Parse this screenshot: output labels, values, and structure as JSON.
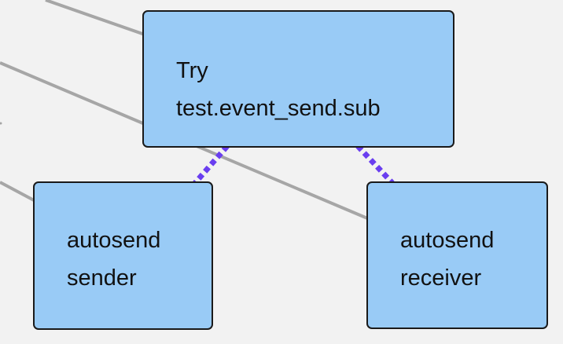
{
  "colors": {
    "background": "#f2f2f2",
    "node_fill": "#99cbf6",
    "node_border": "#1a1a1a",
    "edge_gray": "#a6a6a6",
    "edge_dotted": "#6a3ef0"
  },
  "nodes": {
    "try": {
      "line1": "Try",
      "line2": "test.event_send.sub"
    },
    "sender": {
      "line1": "autosend",
      "line2": "sender"
    },
    "receiver": {
      "line1": "autosend",
      "line2": "receiver"
    }
  },
  "edges": [
    {
      "from": "offscreen",
      "to": "try",
      "style": "solid"
    },
    {
      "from": "offscreen",
      "to": "receiver",
      "style": "solid"
    },
    {
      "from": "offscreen",
      "to": "sender",
      "style": "solid"
    },
    {
      "from": "try",
      "to": "sender",
      "style": "dotted"
    },
    {
      "from": "try",
      "to": "receiver",
      "style": "dotted"
    }
  ]
}
